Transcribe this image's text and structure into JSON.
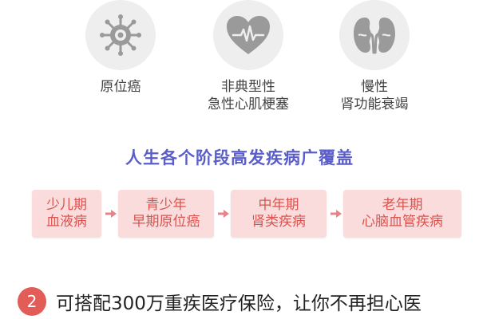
{
  "diseases": [
    {
      "icon": "virus-icon",
      "lines": [
        "原位癌"
      ]
    },
    {
      "icon": "heart-pulse-icon",
      "lines": [
        "非典型性",
        "急性心肌梗塞"
      ]
    },
    {
      "icon": "kidney-icon",
      "lines": [
        "慢性",
        "肾功能衰竭"
      ]
    }
  ],
  "headline": "人生各个阶段高发疾病广覆盖",
  "stages": [
    {
      "lines": [
        "少儿期",
        "血液病"
      ]
    },
    {
      "lines": [
        "青少年",
        "早期原位癌"
      ]
    },
    {
      "lines": [
        "中年期",
        "肾类疾病"
      ]
    },
    {
      "lines": [
        "老年期",
        "心脑血管疾病"
      ]
    }
  ],
  "benefit": {
    "number": "2",
    "text": "可搭配300万重疾医疗保险，让你不再担心医"
  },
  "colors": {
    "icon_bg": "#eeeeee",
    "icon_fg": "#9a9a9a",
    "headline": "#5b5ec9",
    "stage_bg": "#fbdcdc",
    "stage_text": "#d9534f",
    "badge": "#e25d57"
  }
}
